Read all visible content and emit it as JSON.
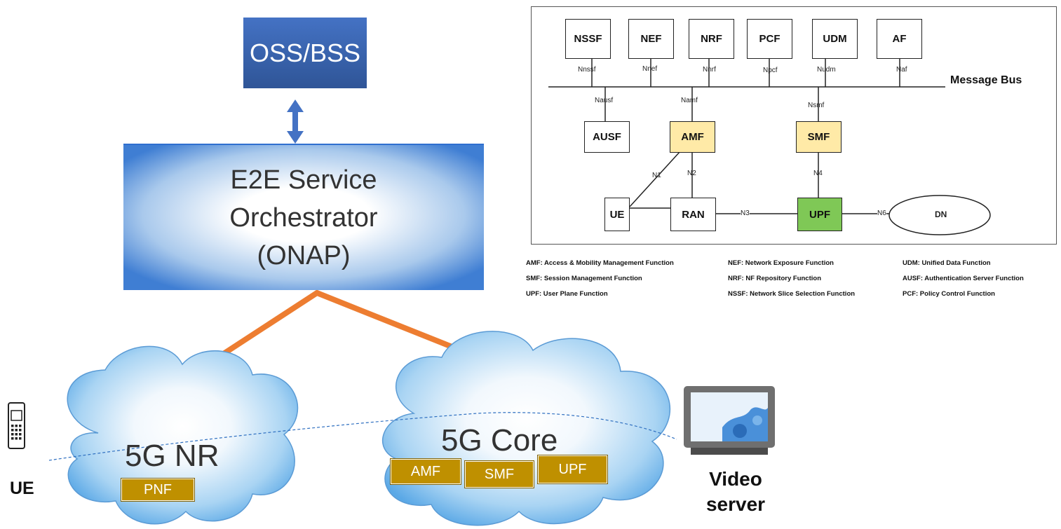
{
  "oss_bss": "OSS/BSS",
  "orchestrator": {
    "line1": "E2E Service",
    "line2": "Orchestrator",
    "line3": "(ONAP)"
  },
  "nr_cloud": {
    "label": "5G NR",
    "functions": [
      "PNF"
    ]
  },
  "core_cloud": {
    "label": "5G Core",
    "functions": [
      "AMF",
      "SMF",
      "UPF"
    ]
  },
  "ue_label": "UE",
  "video_server": {
    "line1": "Video",
    "line2": "server"
  },
  "architecture": {
    "top_functions": [
      {
        "name": "NSSF",
        "interface": "Nnssf"
      },
      {
        "name": "NEF",
        "interface": "Nnef"
      },
      {
        "name": "NRF",
        "interface": "Nnrf"
      },
      {
        "name": "PCF",
        "interface": "Npcf"
      },
      {
        "name": "UDM",
        "interface": "Nudm"
      },
      {
        "name": "AF",
        "interface": "Naf"
      }
    ],
    "bus_label": "Message Bus",
    "middle_functions": [
      {
        "name": "AUSF",
        "interface": "Nausf"
      },
      {
        "name": "AMF",
        "interface": "Namf"
      },
      {
        "name": "SMF",
        "interface": "Nsmf"
      }
    ],
    "bottom_nodes": {
      "ue": "UE",
      "ran": "RAN",
      "upf": "UPF",
      "dn": "DN"
    },
    "reference_points": {
      "n1": "N1",
      "n2": "N2",
      "n3": "N3",
      "n4": "N4",
      "n6": "N6"
    },
    "colors": {
      "amf_smf": "#ffeaa7",
      "upf": "#7fc856"
    }
  },
  "legend": [
    [
      "AMF: Access & Mobility Management Function",
      "SMF: Session Management Function",
      "UPF: User Plane Function"
    ],
    [
      "NEF: Network Exposure Function",
      "NRF: NF Repository Function",
      "NSSF: Network Slice Selection Function"
    ],
    [
      "UDM: Unified Data Function",
      "AUSF: Authentication Server Function",
      "PCF: Policy Control Function"
    ]
  ],
  "colors": {
    "orange_link": "#ed7d31",
    "nf_box": "#bf9000",
    "oss_blue": "#2f5597"
  }
}
